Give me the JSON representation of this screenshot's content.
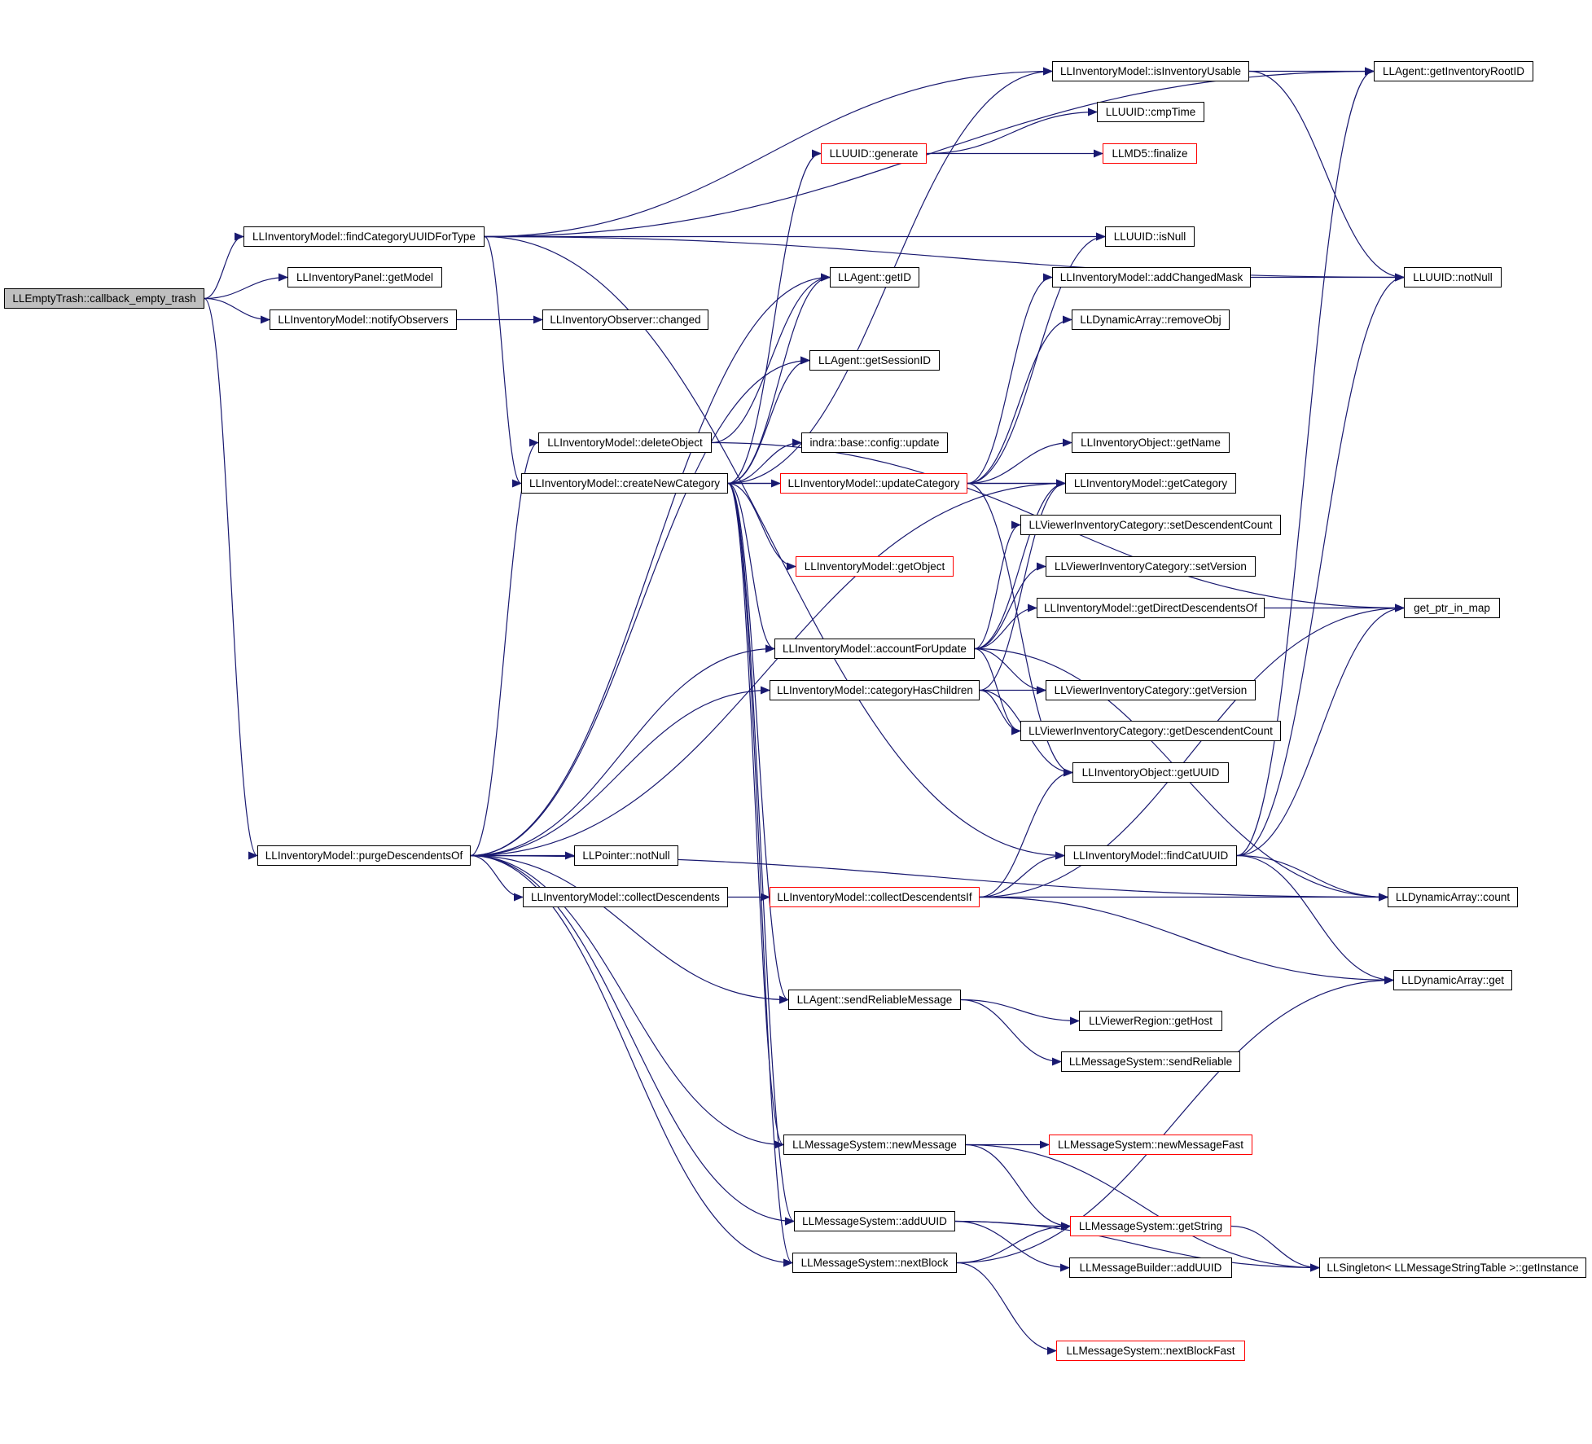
{
  "colors": {
    "edge": "#191970",
    "box_border": "#000000",
    "truncated_border": "#ff0000",
    "root_fill": "#bfbfbf"
  },
  "nodes": {
    "callback_empty_trash": "LLEmptyTrash::callback_empty_trash",
    "findCategoryUUIDForType": "LLInventoryModel::findCategoryUUIDForType",
    "getModel": "LLInventoryPanel::getModel",
    "notifyObservers": "LLInventoryModel::notifyObservers",
    "changed": "LLInventoryObserver::changed",
    "purgeDescendentsOf": "LLInventoryModel::purgeDescendentsOf",
    "LLPointer_notNull": "LLPointer::notNull",
    "collectDescendents": "LLInventoryModel::collectDescendents",
    "deleteObject": "LLInventoryModel::deleteObject",
    "createNewCategory": "LLInventoryModel::createNewCategory",
    "isInventoryUsable": "LLInventoryModel::isInventoryUsable",
    "getInventoryRootID": "LLAgent::getInventoryRootID",
    "cmpTime": "LLUUID::cmpTime",
    "generate": "LLUUID::generate",
    "finalize": "LLMD5::finalize",
    "isNull": "LLUUID::isNull",
    "getID": "LLAgent::getID",
    "addChangedMask": "LLInventoryModel::addChangedMask",
    "LLUUID_notNull": "LLUUID::notNull",
    "removeObj": "LLDynamicArray::removeObj",
    "getSessionID": "LLAgent::getSessionID",
    "config_update": "indra::base::config::update",
    "getName": "LLInventoryObject::getName",
    "updateCategory": "LLInventoryModel::updateCategory",
    "getCategory": "LLInventoryModel::getCategory",
    "setDescendentCount": "LLViewerInventoryCategory::setDescendentCount",
    "getObject": "LLInventoryModel::getObject",
    "setVersion": "LLViewerInventoryCategory::setVersion",
    "getDirectDescendentsOf": "LLInventoryModel::getDirectDescendentsOf",
    "get_ptr_in_map": "get_ptr_in_map",
    "accountForUpdate": "LLInventoryModel::accountForUpdate",
    "categoryHasChildren": "LLInventoryModel::categoryHasChildren",
    "getVersion": "LLViewerInventoryCategory::getVersion",
    "getDescendentCount": "LLViewerInventoryCategory::getDescendentCount",
    "getUUID": "LLInventoryObject::getUUID",
    "findCatUUID": "LLInventoryModel::findCatUUID",
    "collectDescendentsIf": "LLInventoryModel::collectDescendentsIf",
    "count": "LLDynamicArray::count",
    "get": "LLDynamicArray::get",
    "sendReliableMessage": "LLAgent::sendReliableMessage",
    "getHost": "LLViewerRegion::getHost",
    "sendReliable": "LLMessageSystem::sendReliable",
    "newMessage": "LLMessageSystem::newMessage",
    "newMessageFast": "LLMessageSystem::newMessageFast",
    "addUUID": "LLMessageSystem::addUUID",
    "getString": "LLMessageSystem::getString",
    "nextBlock": "LLMessageSystem::nextBlock",
    "builder_addUUID": "LLMessageBuilder::addUUID",
    "getInstance": "LLSingleton< LLMessageStringTable >::getInstance",
    "nextBlockFast": "LLMessageSystem::nextBlockFast"
  },
  "edges": [
    [
      "callback_empty_trash",
      "findCategoryUUIDForType"
    ],
    [
      "callback_empty_trash",
      "getModel"
    ],
    [
      "callback_empty_trash",
      "notifyObservers"
    ],
    [
      "callback_empty_trash",
      "purgeDescendentsOf"
    ],
    [
      "notifyObservers",
      "changed"
    ],
    [
      "findCategoryUUIDForType",
      "isInventoryUsable"
    ],
    [
      "findCategoryUUIDForType",
      "getInventoryRootID"
    ],
    [
      "findCategoryUUIDForType",
      "isNull"
    ],
    [
      "findCategoryUUIDForType",
      "LLUUID_notNull"
    ],
    [
      "findCategoryUUIDForType",
      "createNewCategory"
    ],
    [
      "findCategoryUUIDForType",
      "findCatUUID"
    ],
    [
      "isInventoryUsable",
      "getInventoryRootID"
    ],
    [
      "isInventoryUsable",
      "LLUUID_notNull"
    ],
    [
      "generate",
      "cmpTime"
    ],
    [
      "generate",
      "finalize"
    ],
    [
      "addChangedMask",
      "LLUUID_notNull"
    ],
    [
      "createNewCategory",
      "isInventoryUsable"
    ],
    [
      "createNewCategory",
      "generate"
    ],
    [
      "createNewCategory",
      "getID"
    ],
    [
      "createNewCategory",
      "getSessionID"
    ],
    [
      "createNewCategory",
      "config_update"
    ],
    [
      "createNewCategory",
      "updateCategory"
    ],
    [
      "createNewCategory",
      "getObject"
    ],
    [
      "createNewCategory",
      "accountForUpdate"
    ],
    [
      "createNewCategory",
      "sendReliableMessage"
    ],
    [
      "createNewCategory",
      "newMessage"
    ],
    [
      "createNewCategory",
      "addUUID"
    ],
    [
      "createNewCategory",
      "nextBlock"
    ],
    [
      "createNewCategory",
      "getCategory"
    ],
    [
      "deleteObject",
      "getID"
    ],
    [
      "deleteObject",
      "get_ptr_in_map"
    ],
    [
      "updateCategory",
      "isNull"
    ],
    [
      "updateCategory",
      "addChangedMask"
    ],
    [
      "updateCategory",
      "removeObj"
    ],
    [
      "updateCategory",
      "getName"
    ],
    [
      "updateCategory",
      "getCategory"
    ],
    [
      "updateCategory",
      "getUUID"
    ],
    [
      "accountForUpdate",
      "getCategory"
    ],
    [
      "accountForUpdate",
      "setDescendentCount"
    ],
    [
      "accountForUpdate",
      "setVersion"
    ],
    [
      "accountForUpdate",
      "getDirectDescendentsOf"
    ],
    [
      "accountForUpdate",
      "getVersion"
    ],
    [
      "accountForUpdate",
      "getDescendentCount"
    ],
    [
      "accountForUpdate",
      "count"
    ],
    [
      "getDirectDescendentsOf",
      "get_ptr_in_map"
    ],
    [
      "categoryHasChildren",
      "getVersion"
    ],
    [
      "categoryHasChildren",
      "getDescendentCount"
    ],
    [
      "categoryHasChildren",
      "getUUID"
    ],
    [
      "categoryHasChildren",
      "getCategory"
    ],
    [
      "purgeDescendentsOf",
      "LLPointer_notNull"
    ],
    [
      "purgeDescendentsOf",
      "collectDescendents"
    ],
    [
      "purgeDescendentsOf",
      "deleteObject"
    ],
    [
      "purgeDescendentsOf",
      "getSessionID"
    ],
    [
      "purgeDescendentsOf",
      "getID"
    ],
    [
      "purgeDescendentsOf",
      "accountForUpdate"
    ],
    [
      "purgeDescendentsOf",
      "categoryHasChildren"
    ],
    [
      "purgeDescendentsOf",
      "sendReliableMessage"
    ],
    [
      "purgeDescendentsOf",
      "newMessage"
    ],
    [
      "purgeDescendentsOf",
      "addUUID"
    ],
    [
      "purgeDescendentsOf",
      "nextBlock"
    ],
    [
      "purgeDescendentsOf",
      "count"
    ],
    [
      "purgeDescendentsOf",
      "getCategory"
    ],
    [
      "collectDescendents",
      "collectDescendentsIf"
    ],
    [
      "collectDescendentsIf",
      "findCatUUID"
    ],
    [
      "collectDescendentsIf",
      "getUUID"
    ],
    [
      "collectDescendentsIf",
      "count"
    ],
    [
      "collectDescendentsIf",
      "get"
    ],
    [
      "collectDescendentsIf",
      "get_ptr_in_map"
    ],
    [
      "findCatUUID",
      "getInventoryRootID"
    ],
    [
      "findCatUUID",
      "LLUUID_notNull"
    ],
    [
      "findCatUUID",
      "count"
    ],
    [
      "findCatUUID",
      "get"
    ],
    [
      "findCatUUID",
      "get_ptr_in_map"
    ],
    [
      "sendReliableMessage",
      "getHost"
    ],
    [
      "sendReliableMessage",
      "sendReliable"
    ],
    [
      "newMessage",
      "newMessageFast"
    ],
    [
      "newMessage",
      "getString"
    ],
    [
      "newMessage",
      "getInstance"
    ],
    [
      "addUUID",
      "getString"
    ],
    [
      "addUUID",
      "builder_addUUID"
    ],
    [
      "addUUID",
      "getInstance"
    ],
    [
      "nextBlock",
      "getString"
    ],
    [
      "nextBlock",
      "nextBlockFast"
    ],
    [
      "nextBlock",
      "get"
    ],
    [
      "getString",
      "getInstance"
    ]
  ]
}
